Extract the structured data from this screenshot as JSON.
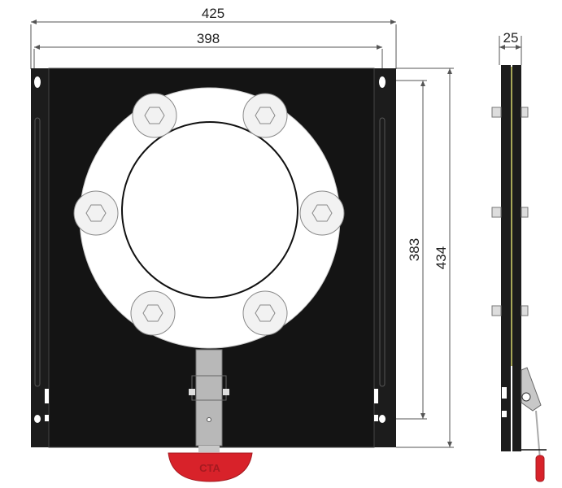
{
  "drawing": {
    "dimensions": {
      "overall_width": "425",
      "hole_spacing_width": "398",
      "hole_spacing_height": "383",
      "overall_height": "434",
      "thickness": "25"
    },
    "handle_logo": "CTA",
    "colors": {
      "plate": "#1c1c1c",
      "ring": "#ffffff",
      "handle": "#d8222a",
      "bracket": "#b8b8b8",
      "side_stripe": "#8a8a20"
    }
  }
}
